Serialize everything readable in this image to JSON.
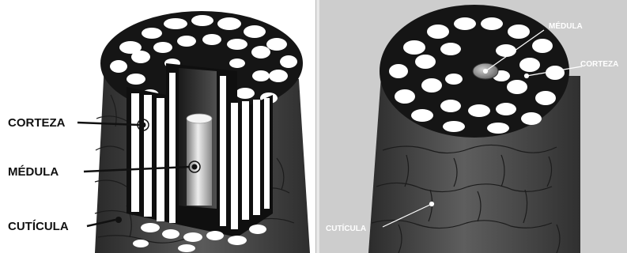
{
  "left_panel": {
    "labels": {
      "cortex": "CORTEZA",
      "medulla": "MÉDULA",
      "cuticle": "CUTÍCULA"
    }
  },
  "right_panel": {
    "labels": {
      "medulla": "MÉDULA",
      "cortex": "CORTEZA",
      "cuticle": "CUTÍCULA"
    }
  },
  "colors": {
    "cuticle_dark": "#3a3a3a",
    "cortex_cells": "#ffffff",
    "right_background": "#cdcdcd"
  }
}
